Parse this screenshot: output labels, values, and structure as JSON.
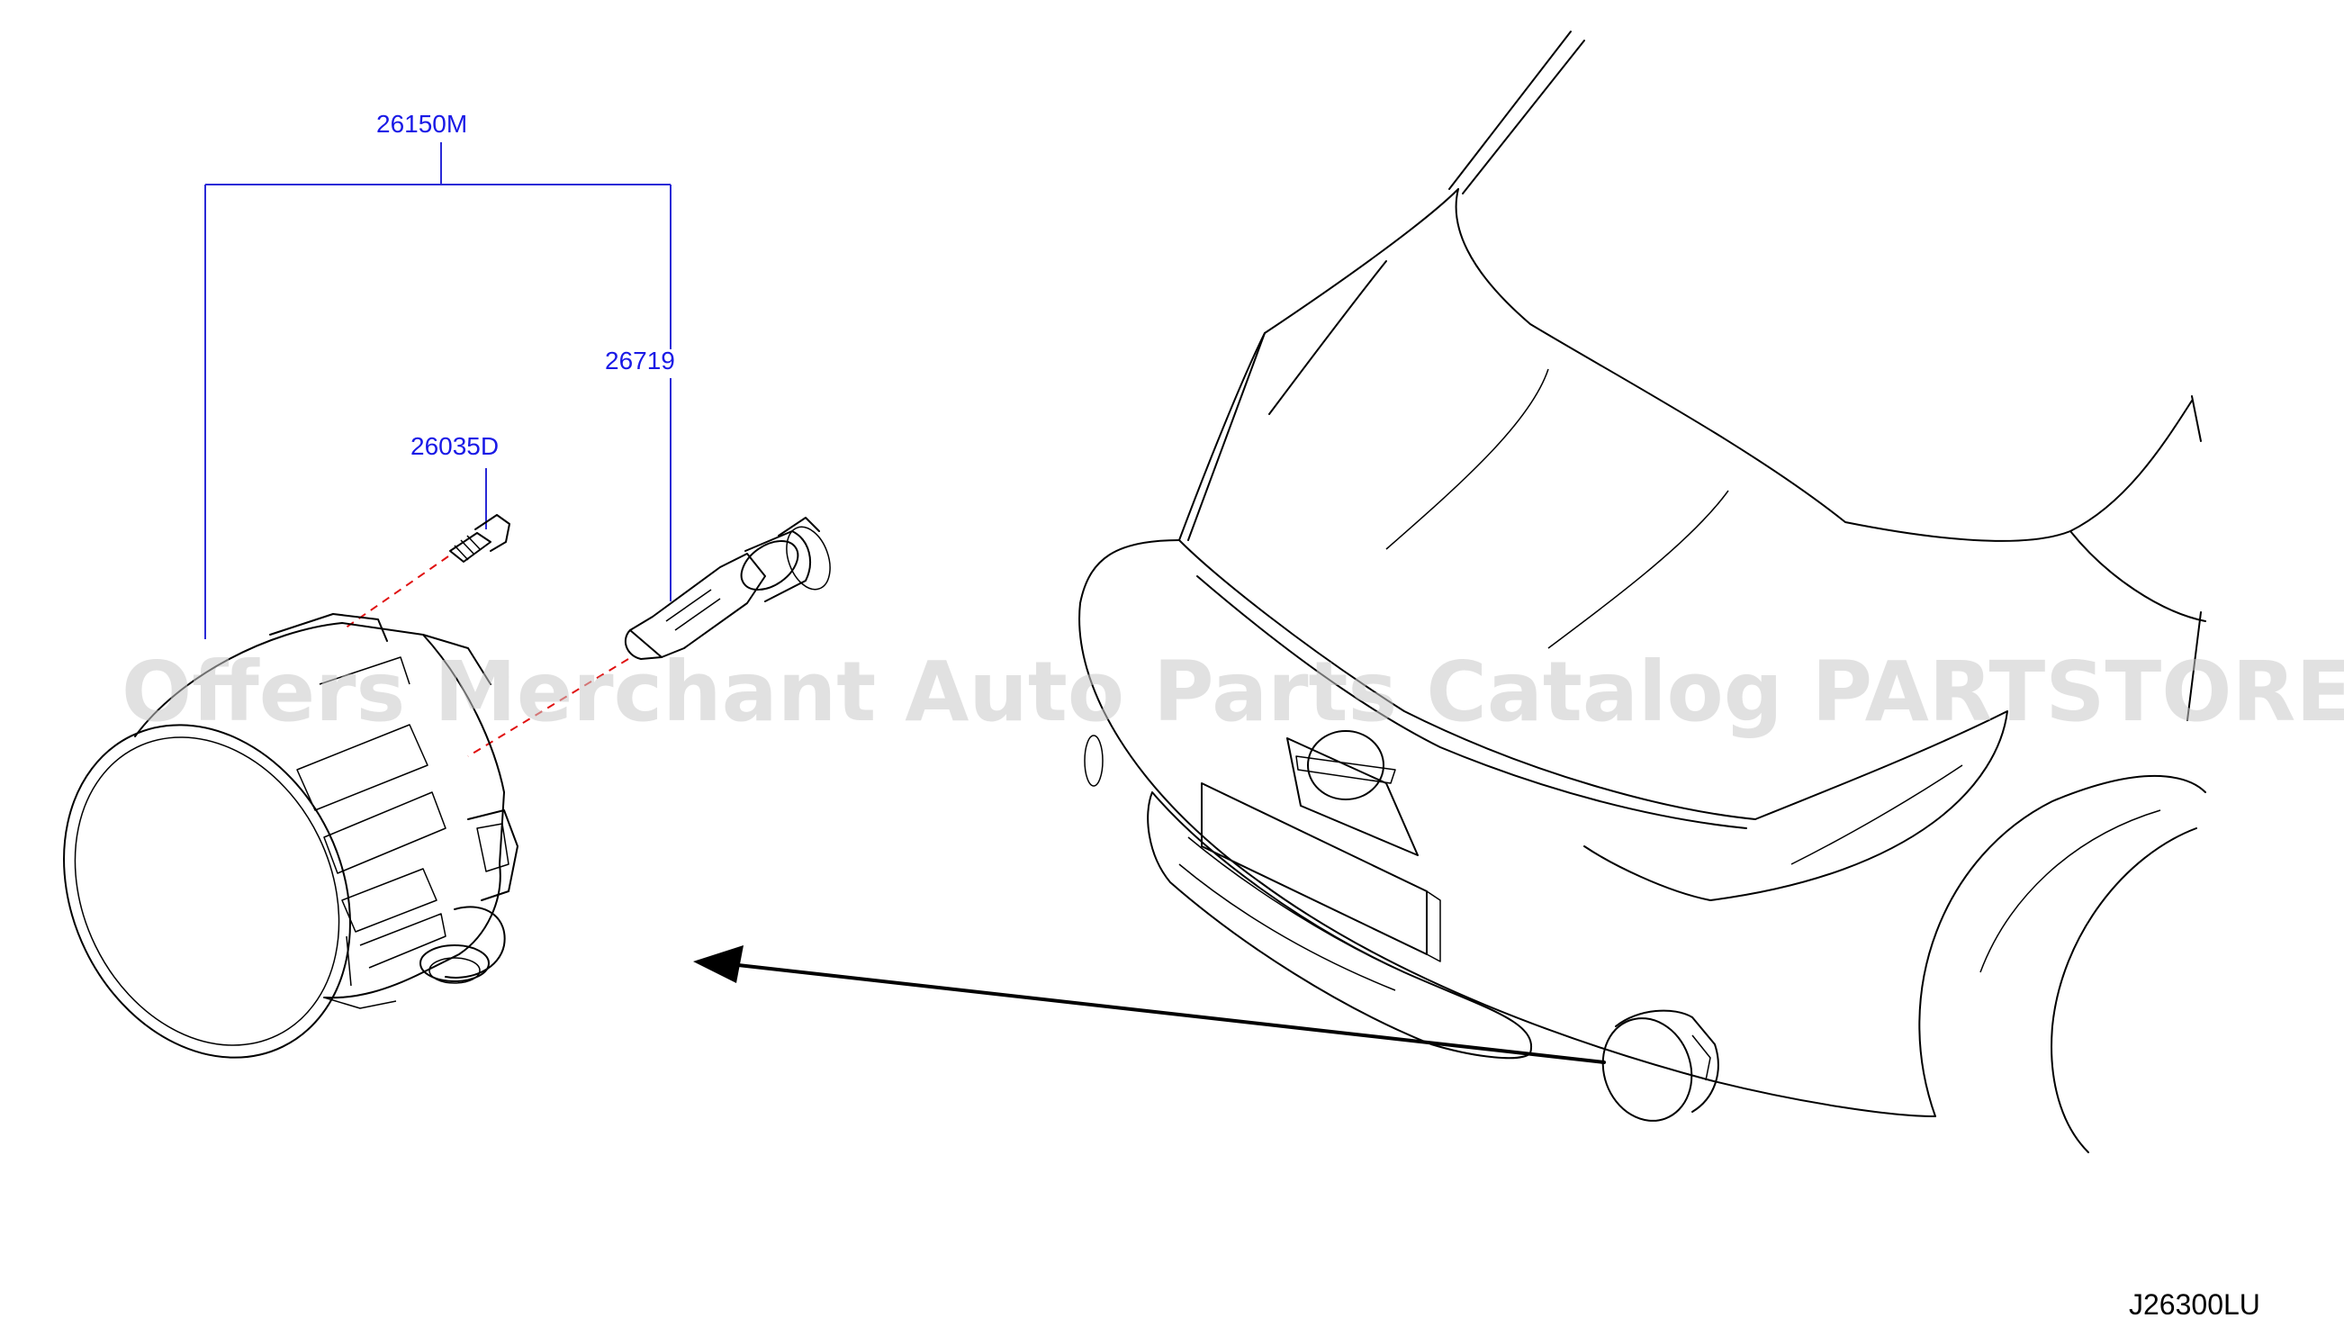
{
  "labels": {
    "assembly": "26150M",
    "bulb": "26719",
    "screw": "26035D"
  },
  "diagram_code": "J26300LU",
  "watermark": "Offers Merchant Auto Parts Catalog PARTSTORE.SA",
  "colors": {
    "part_number": "#1a1ae6",
    "leader_line": "#2a2ad6",
    "exploded_path": "#e01010",
    "watermark": "#c8c8c8"
  }
}
